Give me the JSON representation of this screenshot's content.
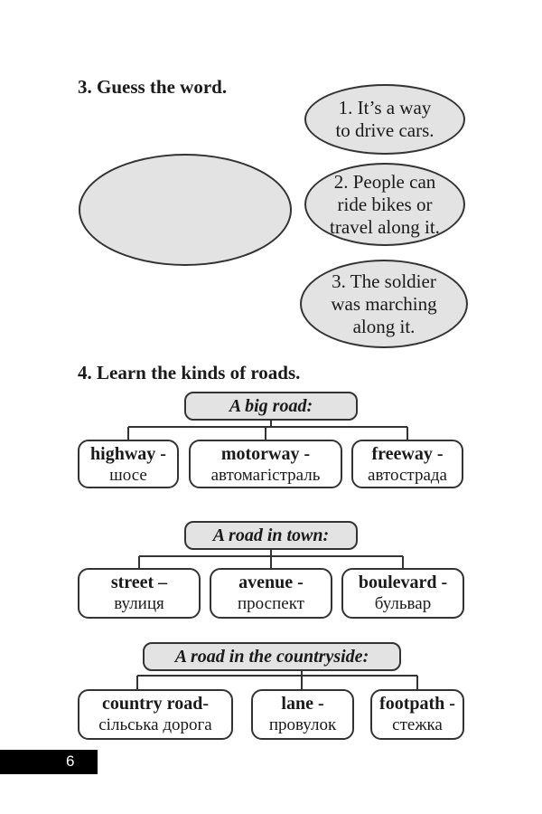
{
  "section3": {
    "heading": "3. Guess the word.",
    "clues": [
      {
        "lines": [
          "1. It’s a way",
          "to drive cars."
        ]
      },
      {
        "lines": [
          "2. People can",
          "ride bikes or",
          "travel along it."
        ]
      },
      {
        "lines": [
          "3. The soldier",
          "was marching",
          "along it."
        ]
      }
    ]
  },
  "section4": {
    "heading": "4. Learn the kinds of roads.",
    "groups": [
      {
        "category": "A big road:",
        "words": [
          {
            "en": "highway -",
            "ua": "шосе"
          },
          {
            "en": "motorway -",
            "ua": "автомагістраль"
          },
          {
            "en": "freeway -",
            "ua": "автострада"
          }
        ]
      },
      {
        "category": "A road in town:",
        "words": [
          {
            "en": "street –",
            "ua": "вулиця"
          },
          {
            "en": "avenue -",
            "ua": "проспект"
          },
          {
            "en": "boulevard -",
            "ua": "бульвар"
          }
        ]
      },
      {
        "category": "A road in the countryside:",
        "words": [
          {
            "en": "country road-",
            "ua": "сільська дорога"
          },
          {
            "en": "lane -",
            "ua": "провулок"
          },
          {
            "en": "footpath -",
            "ua": "стежка"
          }
        ]
      }
    ]
  },
  "page": {
    "number": "6"
  }
}
